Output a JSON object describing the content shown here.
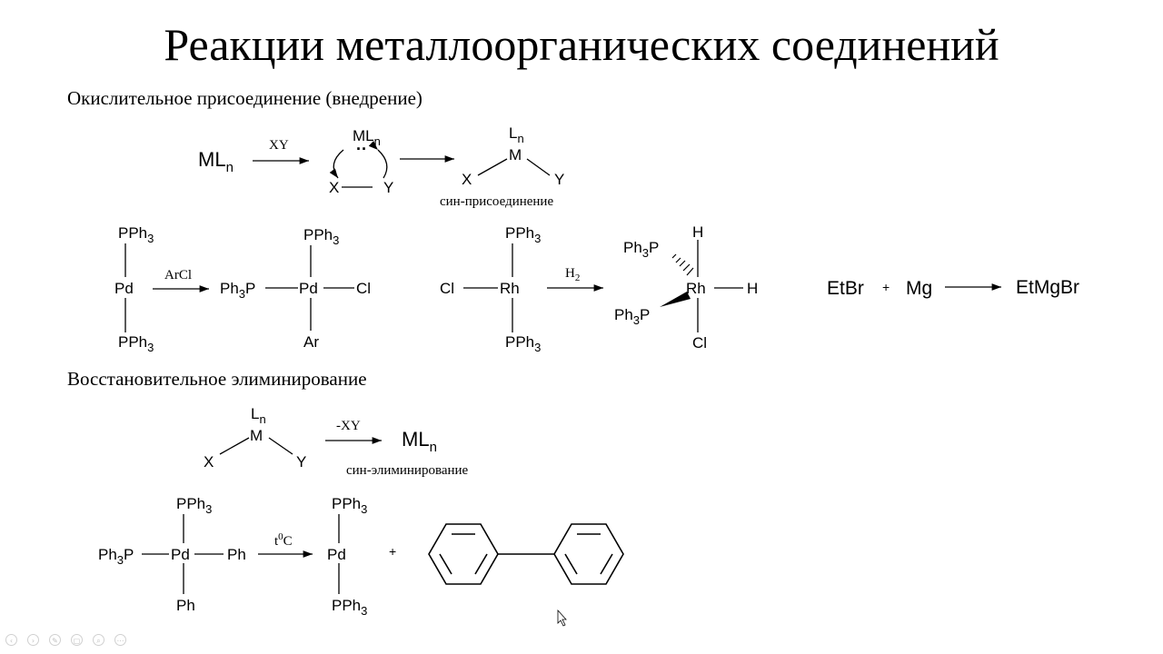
{
  "slide": {
    "title": "Реакции металлоорганических соединений",
    "sections": [
      "Окислительное присоединение (внедрение)",
      "Восстановительное элиминирование"
    ]
  },
  "scheme": {
    "oa_general": {
      "reactant": "ML",
      "reactant_sub": "n",
      "reagent": "XY",
      "intermediate_metal": "ML",
      "intermediate_sub": "n",
      "intermediate_dots": "··",
      "x": "X",
      "y": "Y",
      "product_ligand": "L",
      "product_ligand_sub": "n",
      "product_metal": "M",
      "caption": "син-присоединение"
    },
    "oa_pd": {
      "ligand_top": "PPh",
      "ligand_bottom": "PPh",
      "sub3": "3",
      "metal": "Pd",
      "reagent": "ArCl",
      "product_left": "Ph",
      "product_left_tail": "P",
      "product_cl": "Cl",
      "product_ar": "Ar"
    },
    "oa_rh": {
      "cl": "Cl",
      "metal": "Rh",
      "ligand": "PPh",
      "sub3": "3",
      "reagent": "H",
      "reagent_sub": "2",
      "h": "H",
      "ph3p": "Ph",
      "ph3p_tail": "P"
    },
    "grignard": {
      "a": "EtBr",
      "plus": "+",
      "b": "Mg",
      "product": "EtMgBr"
    },
    "re_general": {
      "ligand": "L",
      "ligand_sub": "n",
      "metal": "M",
      "x": "X",
      "y": "Y",
      "reagent": "-XY",
      "product": "ML",
      "product_sub": "n",
      "caption": "син-элиминирование"
    },
    "re_pd": {
      "ligand": "PPh",
      "sub3": "3",
      "ph3p": "Ph",
      "ph3p_tail": "P",
      "metal": "Pd",
      "ph": "Ph",
      "reagent": "t",
      "reagent_sup": "0",
      "reagent_tail": "C",
      "plus": "+"
    }
  },
  "controls": {
    "icons": [
      "back-icon",
      "forward-icon",
      "pen-icon",
      "copy-icon",
      "zoom-icon",
      "more-icon"
    ],
    "glyphs": [
      "‹",
      "›",
      "✎",
      "▢",
      "⌕",
      "⋯"
    ]
  },
  "colors": {
    "text": "#000000",
    "control": "#c0c0c0"
  }
}
